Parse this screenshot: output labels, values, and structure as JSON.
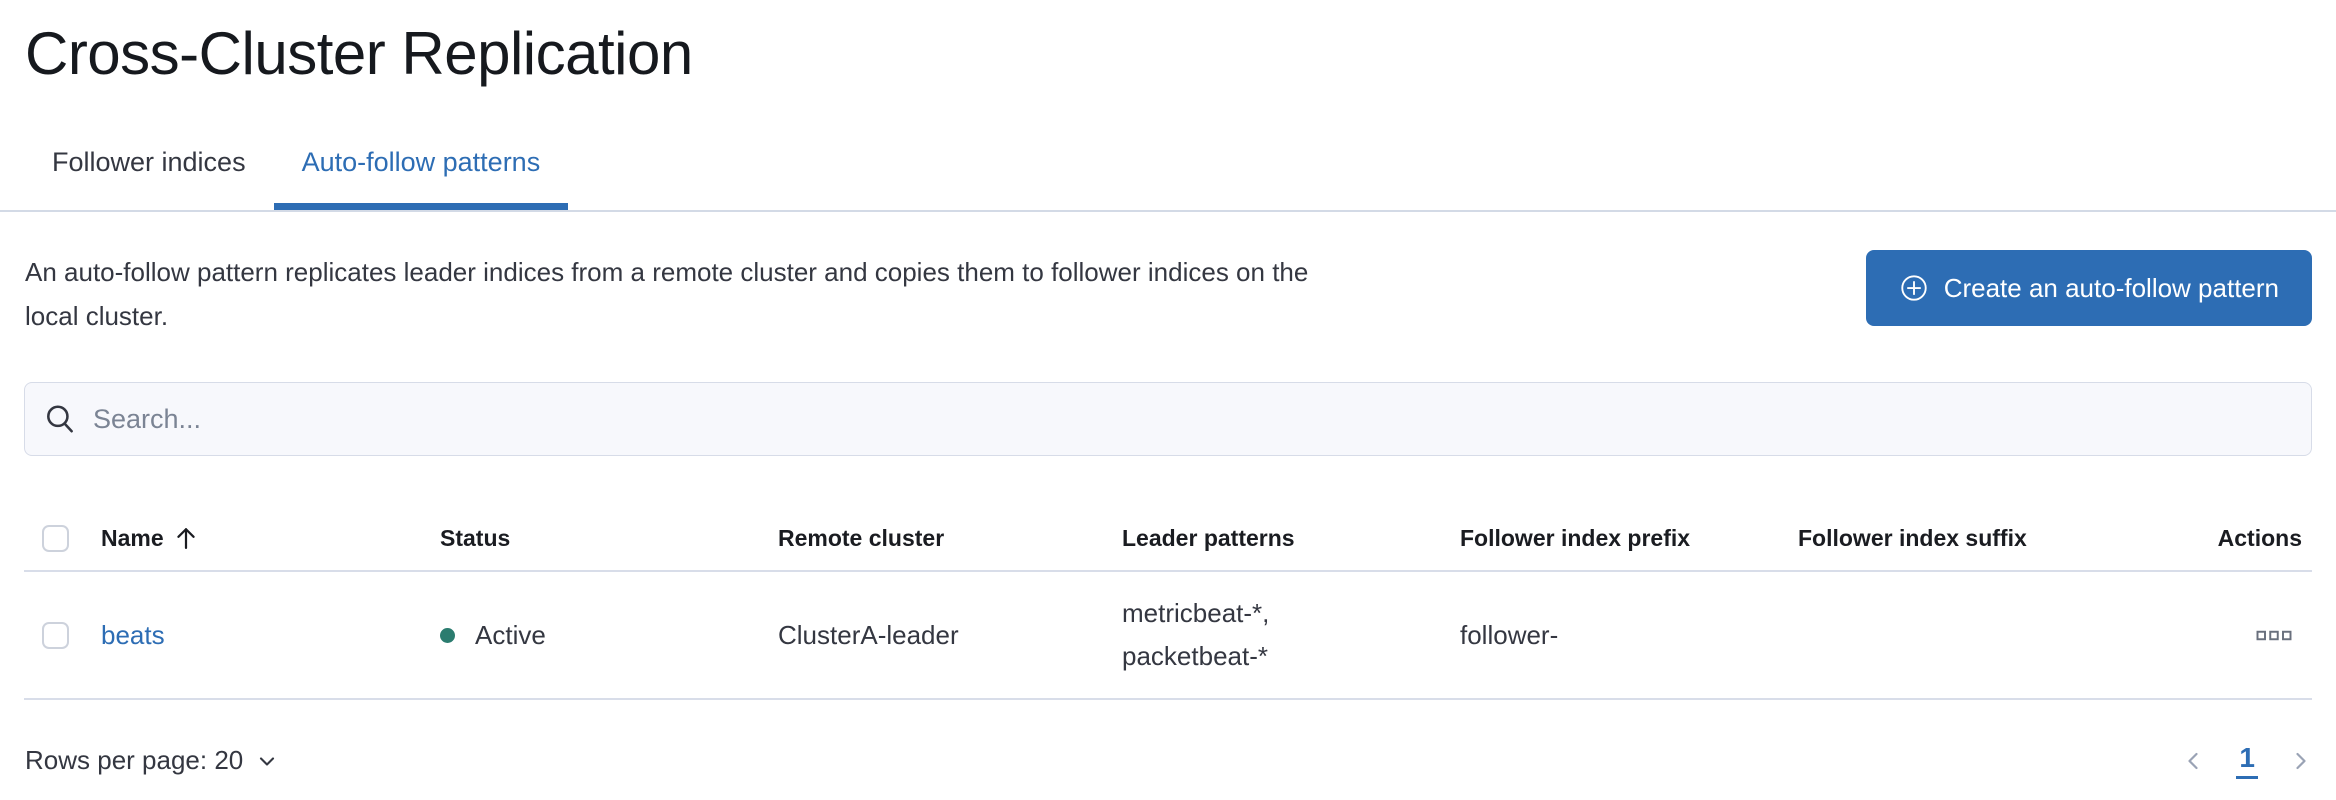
{
  "page": {
    "title": "Cross-Cluster Replication"
  },
  "tabs": [
    {
      "label": "Follower indices",
      "active": false
    },
    {
      "label": "Auto-follow patterns",
      "active": true
    }
  ],
  "intro": {
    "description_lines": [
      "An auto-follow pattern replicates leader indices from a remote cluster and copies them to follower indices on the",
      "local cluster."
    ],
    "description_full": "An auto-follow pattern replicates leader indices from a remote cluster and copies them to follower indices on the local cluster.",
    "create_button_label": "Create an auto-follow pattern",
    "create_button_icon": "plus-in-circle-icon"
  },
  "search": {
    "placeholder": "Search...",
    "icon": "search-icon",
    "value": ""
  },
  "table": {
    "columns": [
      "Name",
      "Status",
      "Remote cluster",
      "Leader patterns",
      "Follower index prefix",
      "Follower index suffix",
      "Actions"
    ],
    "sorted_column": "Name",
    "sort_direction": "ascending",
    "rows": [
      {
        "name": "beats",
        "status": "Active",
        "remote_cluster": "ClusterA-leader",
        "leader_patterns": [
          "metricbeat-*,",
          "packetbeat-*"
        ],
        "follower_index_prefix": "follower-",
        "follower_index_suffix": "",
        "actions_icon": "boxes-horizontal-icon"
      }
    ]
  },
  "footer": {
    "rows_per_page_label": "Rows per page: 20",
    "pagination": {
      "current_page": "1",
      "prev_icon": "chevron-left-icon",
      "next_icon": "chevron-right-icon"
    }
  },
  "colors": {
    "accent_blue": "#2d6db4",
    "status_active_green": "#2b7c6f",
    "pagination_chevron_gray": "#9aa3b5",
    "actions_icon_gray": "#69707d"
  }
}
